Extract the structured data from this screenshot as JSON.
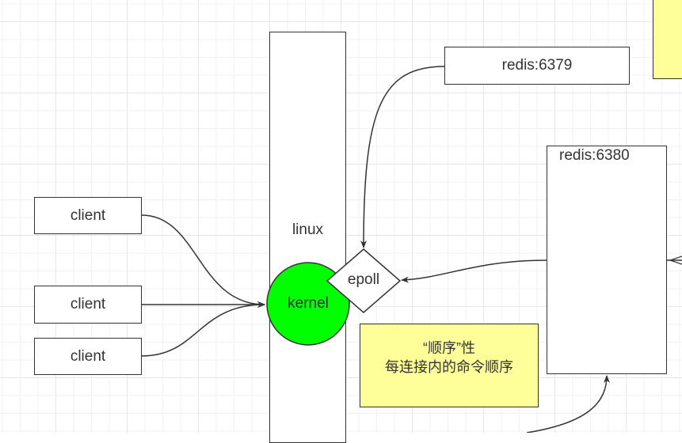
{
  "diagram": {
    "clients": [
      {
        "label": "client"
      },
      {
        "label": "client"
      },
      {
        "label": "client"
      }
    ],
    "linux": {
      "label": "linux"
    },
    "kernel": {
      "label": "kernel",
      "color": "#00ff00"
    },
    "epoll": {
      "label": "epoll"
    },
    "redis_6379": {
      "label": "redis:6379"
    },
    "redis_6380": {
      "label": "redis:6380"
    },
    "note": {
      "line1": "“顺序”性",
      "line2": "每连接内的命令顺序",
      "color": "#ffff99"
    },
    "colors": {
      "stroke": "#333333",
      "note_yellow": "#ffff99",
      "kernel_green": "#00ff00"
    }
  }
}
